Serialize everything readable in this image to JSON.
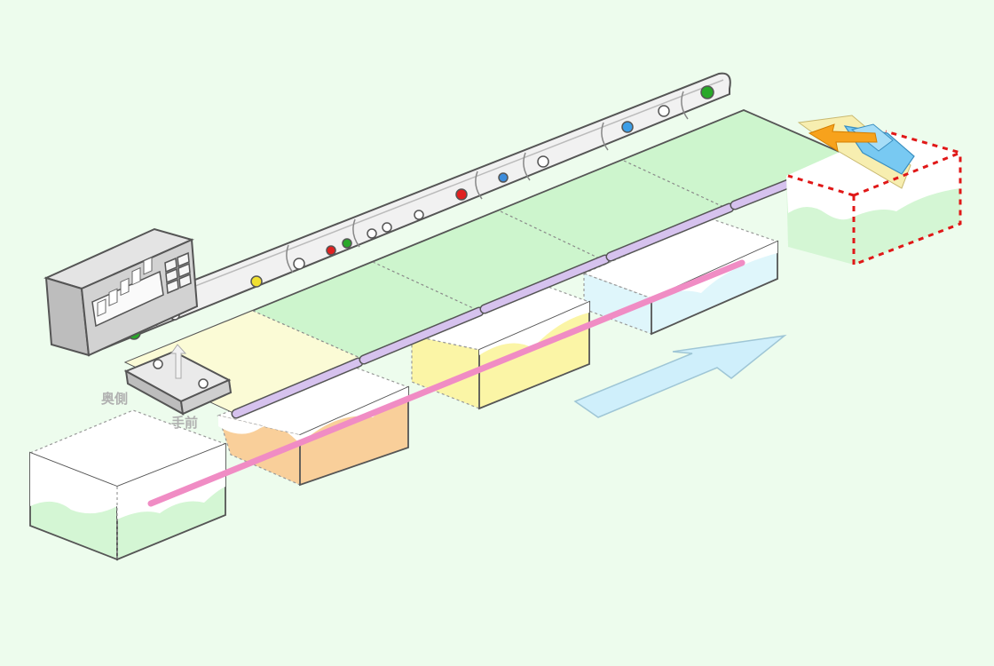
{
  "labels": {
    "back_side": "奥側",
    "front_side": "手前"
  },
  "colors": {
    "background": "#edfced",
    "conveyor_belt": "#cdf5cd",
    "belt_entry_zone": "#fbfbd6",
    "roller": "#d6c2ee",
    "rail": "#f1f1f1",
    "outline": "#555555",
    "pink_line": "#f08cc4",
    "flow_arrow": "#cfeffb",
    "box_green": "#d4f6d4",
    "box_orange": "#f9cf9a",
    "box_yellow": "#fbf5a6",
    "box_cyan": "#dff6fb",
    "target_frame": "#e01818",
    "push_arrow": "#f7a21c",
    "package_blue": "#78c9f2"
  },
  "indicators": {
    "lamp_colors": [
      "#28a828",
      "#f0e030",
      "#e02020",
      "#28a828",
      "#e02020",
      "#3c8cdc",
      "#3c9ee8",
      "#28a828"
    ],
    "display_digits": 5,
    "keypad_keys": 6
  },
  "icons": [
    "up-arrow-icon",
    "flow-direction-arrow-icon",
    "push-arrow-icon"
  ]
}
